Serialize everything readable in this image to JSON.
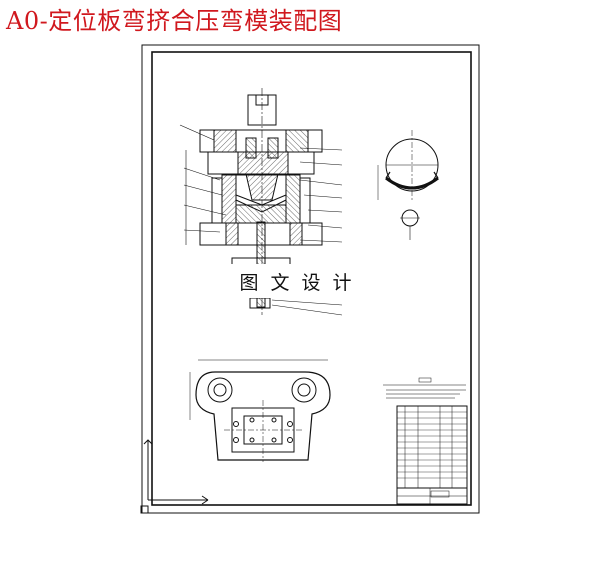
{
  "title": "A0-定位板弯挤合压弯模装配图",
  "watermark": "图 文 设 计",
  "colors": {
    "title": "#d0181e",
    "line": "#111111",
    "hatch": "#444444"
  },
  "drawing": {
    "subject": "bending-die-assembly",
    "views": [
      "main-section-view",
      "part-detail-view",
      "plan-view"
    ],
    "has_title_block": true,
    "has_parts_list": true
  }
}
